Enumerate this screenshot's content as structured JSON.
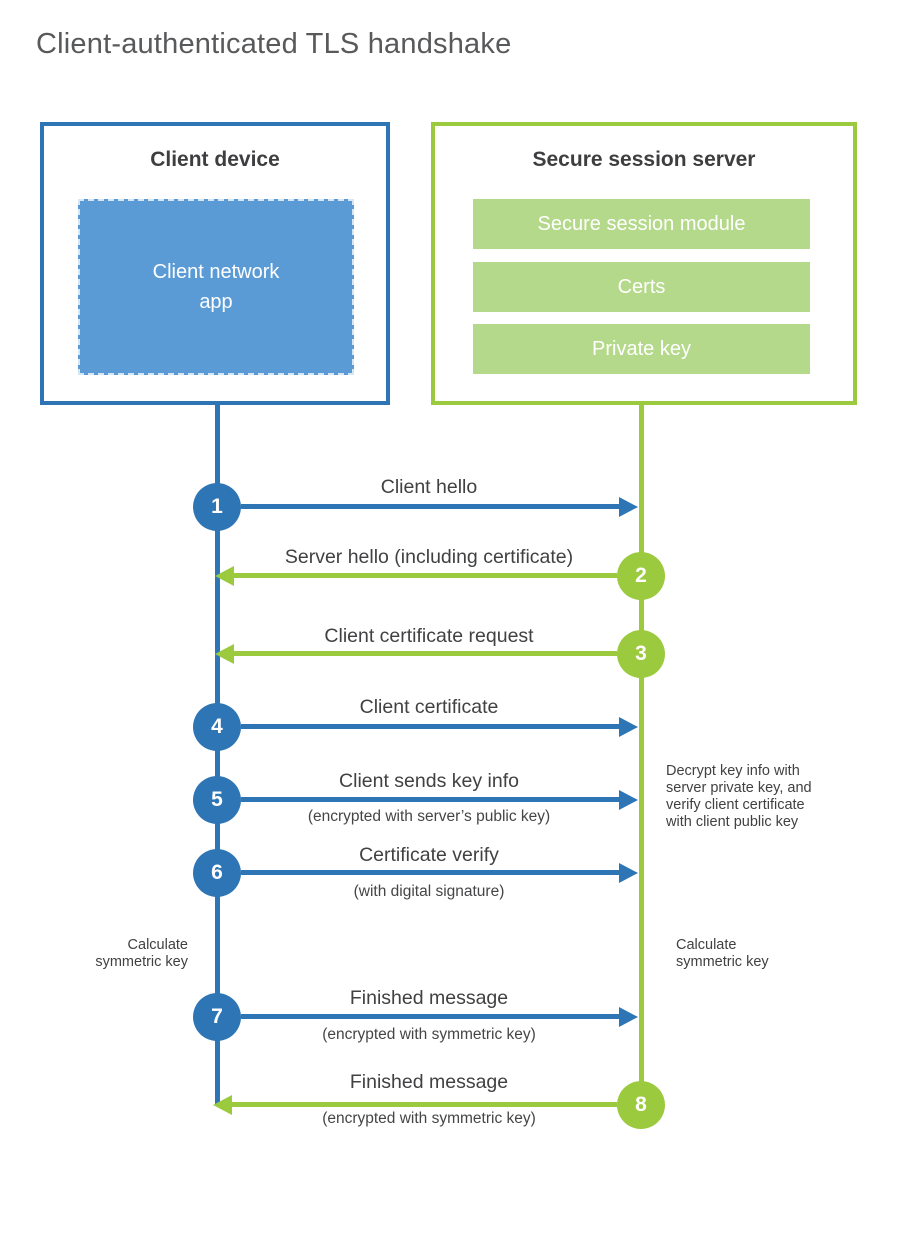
{
  "title": "Client-authenticated TLS handshake",
  "colors": {
    "blue": "#2e75b6",
    "blue_light": "#5b9bd5",
    "green": "#9cca3e",
    "green_light": "#b5d98a",
    "text_dark": "#3e3e40",
    "title_gray": "#58595b"
  },
  "client": {
    "title": "Client device",
    "app_label": "Client network\napp"
  },
  "server": {
    "title": "Secure session server",
    "modules": [
      "Secure session module",
      "Certs",
      "Private key"
    ]
  },
  "messages": [
    {
      "number": "1",
      "label": "Client hello",
      "direction": "right",
      "color": "blue"
    },
    {
      "number": "2",
      "label": "Server hello (including certificate)",
      "direction": "left",
      "color": "green"
    },
    {
      "number": "3",
      "label": "Client certificate request",
      "direction": "left",
      "color": "green"
    },
    {
      "number": "4",
      "label": "Client certificate",
      "direction": "right",
      "color": "blue"
    },
    {
      "number": "5",
      "label": "Client sends key info",
      "sublabel": "(encrypted with server’s public key)",
      "direction": "right",
      "color": "blue"
    },
    {
      "number": "6",
      "label": "Certificate verify",
      "sublabel": "(with digital signature)",
      "direction": "right",
      "color": "blue"
    },
    {
      "number": "7",
      "label": "Finished message",
      "sublabel": "(encrypted with symmetric key)",
      "direction": "right",
      "color": "blue"
    },
    {
      "number": "8",
      "label": "Finished message",
      "sublabel": "(encrypted with symmetric key)",
      "direction": "left",
      "color": "green"
    }
  ],
  "annotations": {
    "server_note": "Decrypt key info with server private key, and verify client certificate with client public key",
    "client_calc": "Calculate symmetric key",
    "server_calc": "Calculate symmetric key"
  }
}
